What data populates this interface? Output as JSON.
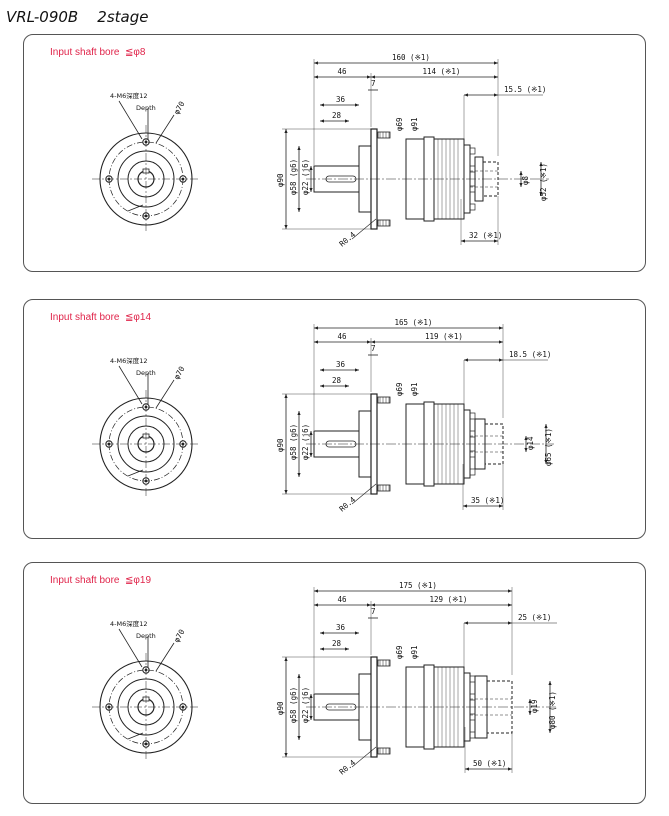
{
  "title": "VRL-090B    2stage",
  "front_view": {
    "tapped_holes": "4-M6深度12",
    "depth_label": "Depth",
    "pcd_label": "φ70"
  },
  "panels": [
    {
      "bore_label": "Input shaft bore  ≦φ8",
      "dims": {
        "total_length": "160 (※1)",
        "output_len": "46",
        "body_len": "114 (※1)",
        "adapter_len": "15.5 (※1)",
        "shaft_len1": "36",
        "shaft_len2": "28",
        "flange_thk": "7",
        "pilot_dia": "φ69",
        "flange_dia": "φ91",
        "outer_dia": "φ90",
        "spigot_dia": "φ58 (g6)",
        "shaft_dia": "φ22 (j6)",
        "input_bore": "φ8",
        "motor_pilot": "φ52 (※1)",
        "motor_len": "32 (※1)",
        "radius": "R0.4"
      }
    },
    {
      "bore_label": "Input shaft bore  ≦φ14",
      "dims": {
        "total_length": "165 (※1)",
        "output_len": "46",
        "body_len": "119 (※1)",
        "adapter_len": "18.5 (※1)",
        "shaft_len1": "36",
        "shaft_len2": "28",
        "flange_thk": "7",
        "pilot_dia": "φ69",
        "flange_dia": "φ91",
        "outer_dia": "φ90",
        "spigot_dia": "φ58 (g6)",
        "shaft_dia": "φ22 (j6)",
        "input_bore": "φ14",
        "motor_pilot": "φ65 (※1)",
        "motor_len": "35 (※1)",
        "radius": "R0.4"
      }
    },
    {
      "bore_label": "Input shaft bore  ≦φ19",
      "dims": {
        "total_length": "175 (※1)",
        "output_len": "46",
        "body_len": "129 (※1)",
        "adapter_len": "25 (※1)",
        "shaft_len1": "36",
        "shaft_len2": "28",
        "flange_thk": "7",
        "pilot_dia": "φ69",
        "flange_dia": "φ91",
        "outer_dia": "φ90",
        "spigot_dia": "φ58 (g6)",
        "shaft_dia": "φ22 (j6)",
        "input_bore": "φ19",
        "motor_pilot": "φ80 (※1)",
        "motor_len": "50 (※1)",
        "radius": "R0.4"
      }
    }
  ]
}
